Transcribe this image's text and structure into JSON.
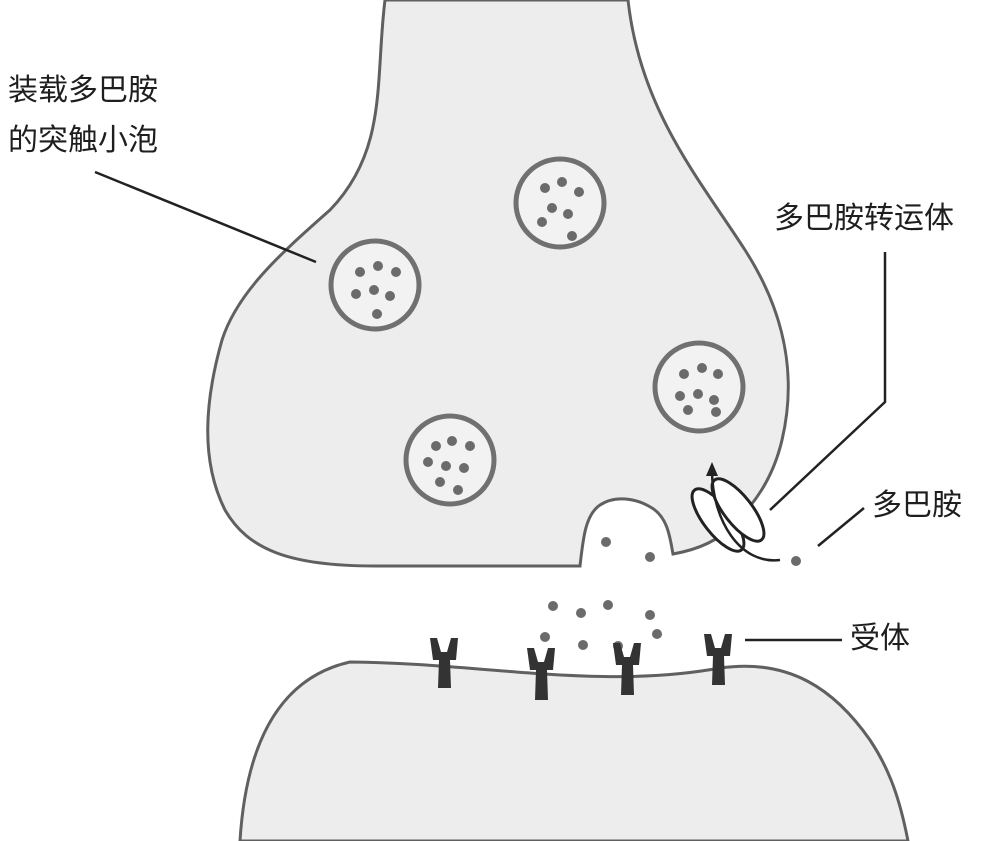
{
  "labels": {
    "vesicle_line1": "装载多巴胺",
    "vesicle_line2": "的突触小泡",
    "transporter": "多巴胺转运体",
    "dopamine": "多巴胺",
    "receptor": "受体"
  },
  "colors": {
    "membrane_fill": "#ededed",
    "outline": "#606060",
    "vesicle_fill": "#f2f2f2",
    "dopamine_dot": "#6b6b6b",
    "receptor": "#333333",
    "text": "#1e1e1e"
  }
}
